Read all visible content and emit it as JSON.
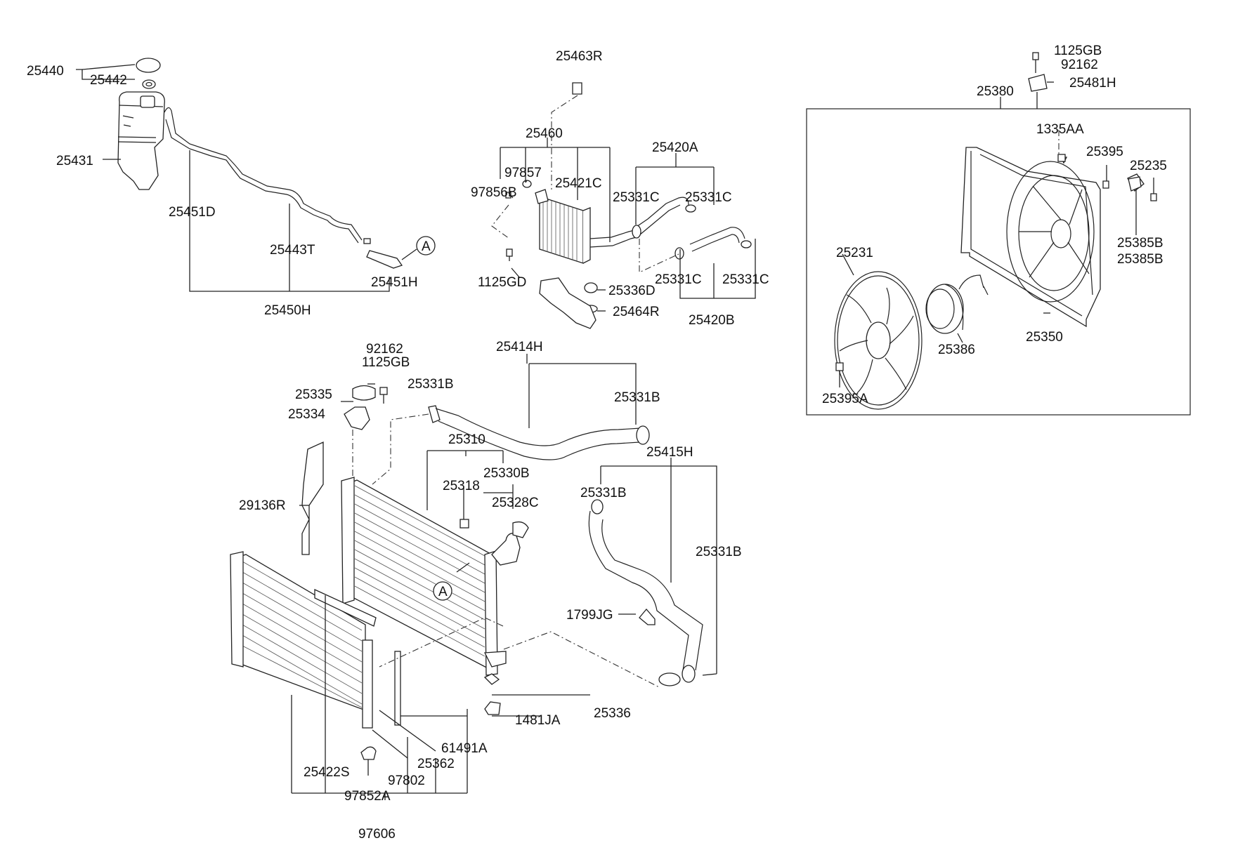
{
  "labels": {
    "p25440": "25440",
    "p25442": "25442",
    "p25431": "25431",
    "p25451D": "25451D",
    "p25443T": "25443T",
    "p25451H": "25451H",
    "p25450H": "25450H",
    "refA1": "A",
    "p25463R": "25463R",
    "p25460": "25460",
    "p97857": "97857",
    "p25421C": "25421C",
    "p97856B": "97856B",
    "p25420A": "25420A",
    "p25331C_1": "25331C",
    "p25331C_2": "25331C",
    "p25331C_3": "25331C",
    "p25331C_4": "25331C",
    "p1125GD": "1125GD",
    "p25336D": "25336D",
    "p25464R": "25464R",
    "p25420B": "25420B",
    "p1125GB_top": "1125GB",
    "p92162_top": "92162",
    "p25481H": "25481H",
    "p25380": "25380",
    "p1335AA": "1335AA",
    "p25395": "25395",
    "p25235": "25235",
    "p25231": "25231",
    "p25385B_1": "25385B",
    "p25385B_2": "25385B",
    "p25386": "25386",
    "p25350": "25350",
    "p25395A": "25395A",
    "p92162_mid": "92162",
    "p1125GB_mid": "1125GB",
    "p25414H": "25414H",
    "p25331B_1": "25331B",
    "p25331B_2": "25331B",
    "p25335": "25335",
    "p25334": "25334",
    "p25310": "25310",
    "p25330B": "25330B",
    "p25318": "25318",
    "p25328C": "25328C",
    "p25415H": "25415H",
    "p25331B_3": "25331B",
    "p25331B_4": "25331B",
    "p29136R": "29136R",
    "refA2": "A",
    "p1799JG": "1799JG",
    "p25336": "25336",
    "p1481JA": "1481JA",
    "p61491A": "61491A",
    "p25362": "25362",
    "p25422S": "25422S",
    "p97802": "97802",
    "p97852A": "97852A",
    "p97606": "97606"
  }
}
